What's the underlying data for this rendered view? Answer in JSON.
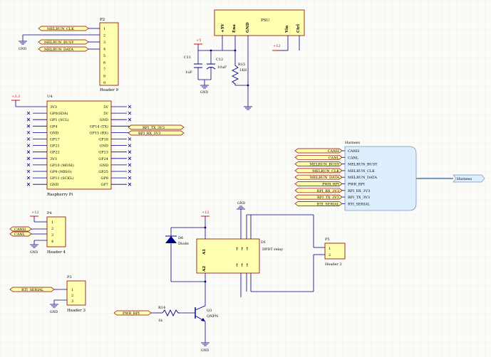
{
  "colors": {
    "grid": "#e9e9e4",
    "wire": "#00008b",
    "component_fill": "#ffffb0",
    "component_stroke": "#8b0000",
    "text": "#000000",
    "power_red": "#cc0000",
    "harness_fill": "#ddeeff",
    "harness_stroke": "#7799bb"
  },
  "header_p2": {
    "designator": "P2",
    "name": "Header 9",
    "pins": [
      "1",
      "2",
      "3",
      "4",
      "5",
      "6",
      "7",
      "8",
      "9"
    ],
    "ports": [
      "MELRUN_CLK",
      "MELRUN_BUSY",
      "MELRUN_DATA"
    ],
    "gnd": "GND"
  },
  "psu": {
    "designator": "PSU",
    "pins": [
      "+5V",
      "Ena",
      "GND",
      "Vin",
      "Ctrl"
    ],
    "c11": {
      "designator": "C11",
      "value": "1uF"
    },
    "c12": {
      "designator": "C12",
      "value": "10uF"
    },
    "r15": {
      "designator": "R15",
      "value": "1K8"
    },
    "plus5": "+5",
    "plus12": "+12",
    "gnd": "GND"
  },
  "rpi": {
    "designator": "U4",
    "name": "Raspberry Pi",
    "supply": "+3.3",
    "left_pins": [
      "3V3",
      "GP0(SDA)",
      "GP1 (SCL)",
      "GP4",
      "GND",
      "GP17",
      "GP21",
      "GP22",
      "3V3",
      "GP10 (MOSI)",
      "GP9 (MISO)",
      "GP11 (SCKL)",
      "GND"
    ],
    "right_pins": [
      "5V",
      "5V",
      "GND",
      "GP14 (TX)",
      "GP15 (RX)",
      "GP18",
      "GND",
      "GP23",
      "GP24",
      "GND",
      "GP25",
      "GP8",
      "GP7"
    ],
    "ports": [
      "RPI_TX_3V3",
      "RPI_RX_3V3"
    ]
  },
  "harness": {
    "title": "Harness",
    "labels": [
      "CANH",
      "CANL",
      "MELRUN_BUSY",
      "MELRUN_CLK",
      "MELRUN_DATA",
      "PWR_RPI",
      "RPI_RX_3V3",
      "RPI_TX_3V3",
      "RTI_SERIAL"
    ],
    "ports": [
      "CANH",
      "CANL",
      "MELRUN_BUSY",
      "MELRUN_CLK",
      "MELRUN_DATA",
      "PWR_RPI",
      "RPI_RX_3V3",
      "RPI_TX_3V3",
      "RTI_SERIAL"
    ],
    "bus_label": "Harness"
  },
  "header_p4": {
    "designator": "P4",
    "name": "Header 4",
    "pins": [
      "1",
      "2",
      "3",
      "4"
    ],
    "ports": [
      "CANH",
      "CANL"
    ],
    "supply": "+12",
    "gnd": "GND"
  },
  "header_p3": {
    "designator": "P3",
    "name": "Header 3",
    "pins": [
      "1",
      "2",
      "3"
    ],
    "ports": [
      "RTI_SERIAL"
    ],
    "gnd": "GND"
  },
  "relay": {
    "designator": "D1",
    "name": "DPDT relay",
    "coil_pins": [
      "A1",
      "A2"
    ],
    "supply": "+12",
    "gnd": "GND"
  },
  "diode": {
    "designator": "D6",
    "name": "Diode"
  },
  "header_p5": {
    "designator": "P5",
    "name": "Header 2",
    "pins": [
      "1",
      "2"
    ]
  },
  "transistor": {
    "designator": "Q3",
    "name": "QNPN",
    "r14": {
      "designator": "R14",
      "value": "1k"
    },
    "port": "PWR_RPI",
    "gnd": "GND"
  }
}
